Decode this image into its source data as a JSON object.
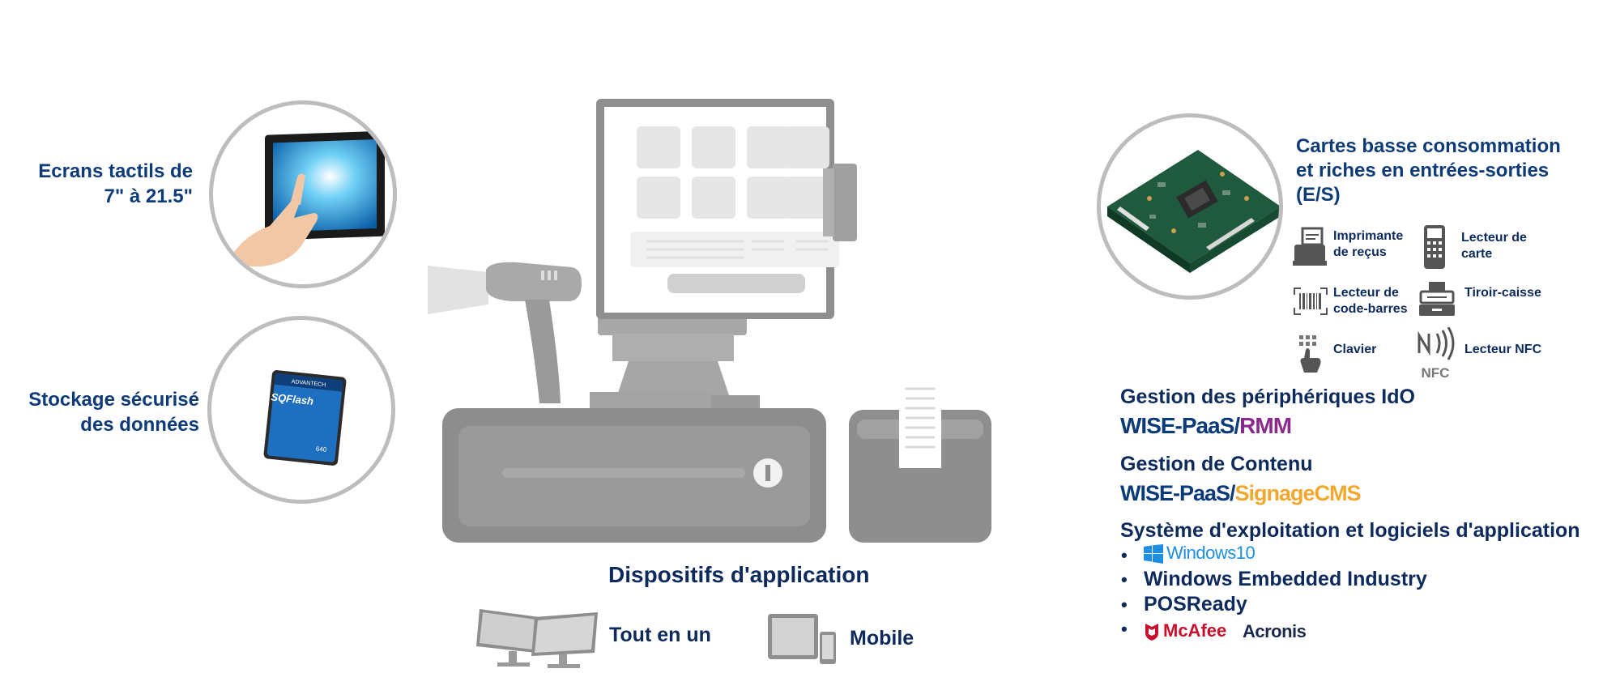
{
  "left": {
    "touch_label_line1": "Ecrans tactils de",
    "touch_label_line2": "7\" à 21.5\"",
    "storage_label_line1": "Stockage sécurisé",
    "storage_label_line2": "des données",
    "ssd_brand": "ADVANTECH",
    "ssd_name": "SQFlash",
    "ssd_model": "640"
  },
  "center": {
    "caption": "Dispositifs d'application",
    "aio_label": "Tout en un",
    "mobile_label": "Mobile"
  },
  "right": {
    "board_title_line1": "Cartes basse consommation",
    "board_title_line2": "et riches en entrées-sorties",
    "board_title_line3": "(E/S)",
    "periph": [
      {
        "line1": "Imprimante",
        "line2": "de reçus"
      },
      {
        "line1": "Lecteur de",
        "line2": "carte"
      },
      {
        "line1": "Lecteur de",
        "line2": "code-barres"
      },
      {
        "line1": "Tiroir-caisse",
        "line2": ""
      },
      {
        "line1": "Clavier",
        "line2": ""
      },
      {
        "line1": "Lecteur NFC",
        "line2": ""
      }
    ],
    "nfc_text": "NFC",
    "iot_title": "Gestion des périphériques IdO",
    "rmm_logo_a": "WISE-PaaS/",
    "rmm_logo_b": "RMM",
    "content_title": "Gestion de Contenu",
    "cms_logo_a": "WISE-PaaS/",
    "cms_logo_b": "SignageCMS",
    "os_title": "Système d'exploitation et logiciels d'application",
    "os_items": {
      "win10": "Windows10",
      "embedded": "Windows Embedded Industry",
      "posready": "POSReady",
      "mcafee": "McAfee",
      "acronis": "Acronis"
    }
  },
  "colors": {
    "navy": "#0d2a5c",
    "wise_blue": "#0b3a78",
    "rmm_purple": "#8b2a8a",
    "cms_orange": "#f0a830",
    "windows_blue": "#1e8fe0",
    "mcafee_red": "#c8102e",
    "device_gray": "#9e9e9e"
  }
}
